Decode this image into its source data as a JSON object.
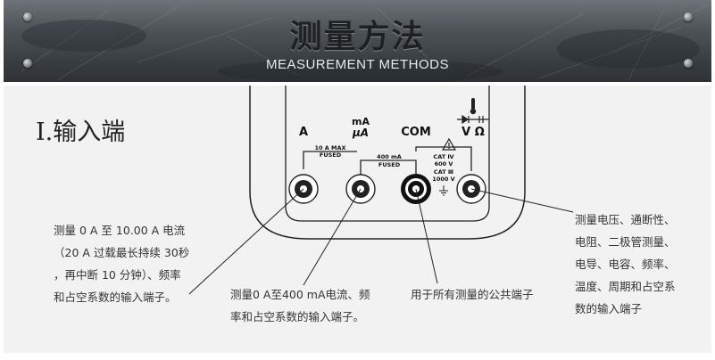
{
  "header": {
    "title_zh": "测量方法",
    "title_en": "MEASUREMENT METHODS"
  },
  "section": {
    "title": "I.输入端"
  },
  "terminals": {
    "a_label": "A",
    "ma_label": "mA",
    "ua_label": "μA",
    "com_label": "COM",
    "v_label": "V Ω",
    "fuse_10a_line1": "10 A MAX",
    "fuse_10a_line2": "FUSED",
    "fuse_400ma_line1": "400 mA",
    "fuse_400ma_line2": "FUSED",
    "cat_line1": "CAT Ⅳ",
    "cat_line2": "600 V",
    "cat_line3": "CAT Ⅲ",
    "cat_line4": "1000 V"
  },
  "descriptions": {
    "a_terminal": [
      "测量 0 A 至 10.00 A 电流",
      "（20 A 过载最长持续 30秒",
      "，再中断 10 分钟）、频率",
      "和占空系数的输入端子。"
    ],
    "ma_terminal": [
      "测量0 A至400 mA电流、频",
      "率和占空系数的输入端子。"
    ],
    "com_terminal": [
      "用于所有测量的公共端子"
    ],
    "v_terminal": [
      "测量电压、通断性、",
      "电阻、二极管测量、",
      "电导、电容、频率、",
      "温度、周期和占空系",
      "数的输入端子"
    ]
  }
}
